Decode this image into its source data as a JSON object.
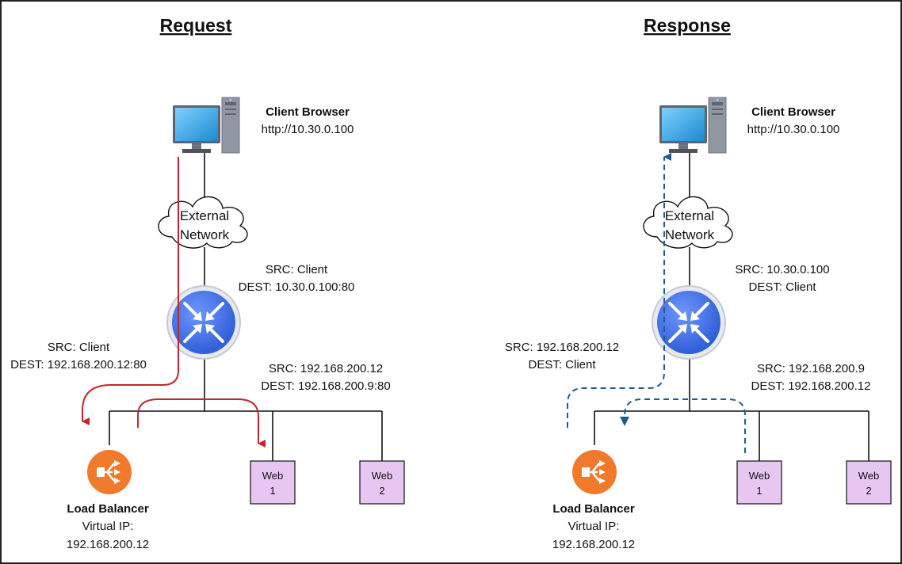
{
  "request": {
    "title": "Request",
    "client_name": "Client Browser",
    "client_url": "http://10.30.0.100",
    "cloud_line1": "External",
    "cloud_line2": "Network",
    "router_label_line1": "SRC: Client",
    "router_label_line2": "DEST: 10.30.0.100:80",
    "left_label_line1": "SRC: Client",
    "left_label_line2": "DEST: 192.168.200.12:80",
    "right_label_line1": "SRC: 192.168.200.12",
    "right_label_line2": "DEST: 192.168.200.9:80",
    "web1_line1": "Web",
    "web1_line2": "1",
    "web2_line1": "Web",
    "web2_line2": "2",
    "lb_name": "Load Balancer",
    "lb_line2": "Virtual IP:",
    "lb_line3": "192.168.200.12"
  },
  "response": {
    "title": "Response",
    "client_name": "Client Browser",
    "client_url": "http://10.30.0.100",
    "cloud_line1": "External",
    "cloud_line2": "Network",
    "router_label_line1": "SRC: 10.30.0.100",
    "router_label_line2": "DEST: Client",
    "left_label_line1": "SRC: 192.168.200.12",
    "left_label_line2": "DEST: Client",
    "right_label_line1": "SRC: 192.168.200.9",
    "right_label_line2": "DEST: 192.168.200.12",
    "web1_line1": "Web",
    "web1_line2": "1",
    "web2_line1": "Web",
    "web2_line2": "2",
    "lb_name": "Load Balancer",
    "lb_line2": "Virtual IP:",
    "lb_line3": "192.168.200.12"
  },
  "colors": {
    "request_arrow": "#c0272d",
    "response_arrow": "#1f5b8c",
    "router": "#3d6fe0",
    "load_balancer": "#f07a2c",
    "web_server": "#e8c6f2",
    "monitor": "#2a9fe0"
  }
}
